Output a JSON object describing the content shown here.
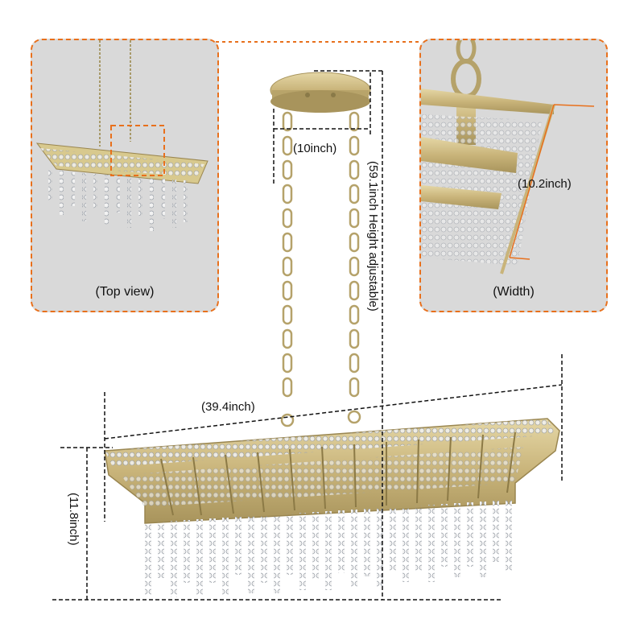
{
  "panels": {
    "top_view": {
      "label": "(Top view)"
    },
    "width_view": {
      "label": "(Width)",
      "dimension": "(10.2inch)"
    }
  },
  "dimensions": {
    "canopy_width": "(10inch)",
    "height_adjustable": "(59.1inch  Height adjustable)",
    "length": "(39.4inch)",
    "drop_height": "(11.8inch)"
  },
  "colors": {
    "accent": "#e8701c",
    "gold": "#c9b47a",
    "panel_bg": "#d9d9d9"
  }
}
